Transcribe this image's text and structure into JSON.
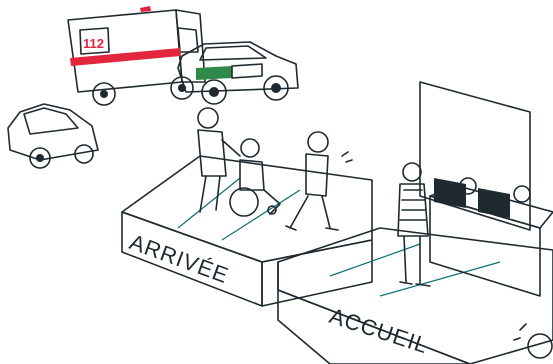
{
  "labels": {
    "arrival": "ARRIVÉE",
    "reception": "ACCUEIL",
    "ambulance_number": "112"
  },
  "colors": {
    "platform_teal": "#0e8a93",
    "platform_teal_dark": "#0a6f77",
    "platform_side": "#ffffff",
    "ambulance_stripe": "#e1263d",
    "car_red": "#e1263d",
    "car_yellow": "#d7e14a",
    "car_green_stripe": "#2f8a4a",
    "ink": "#1f2a30"
  },
  "icons": [
    "ambulance-icon",
    "police-car-icon",
    "red-car-icon",
    "wheelchair-icon",
    "monitor-icon"
  ]
}
